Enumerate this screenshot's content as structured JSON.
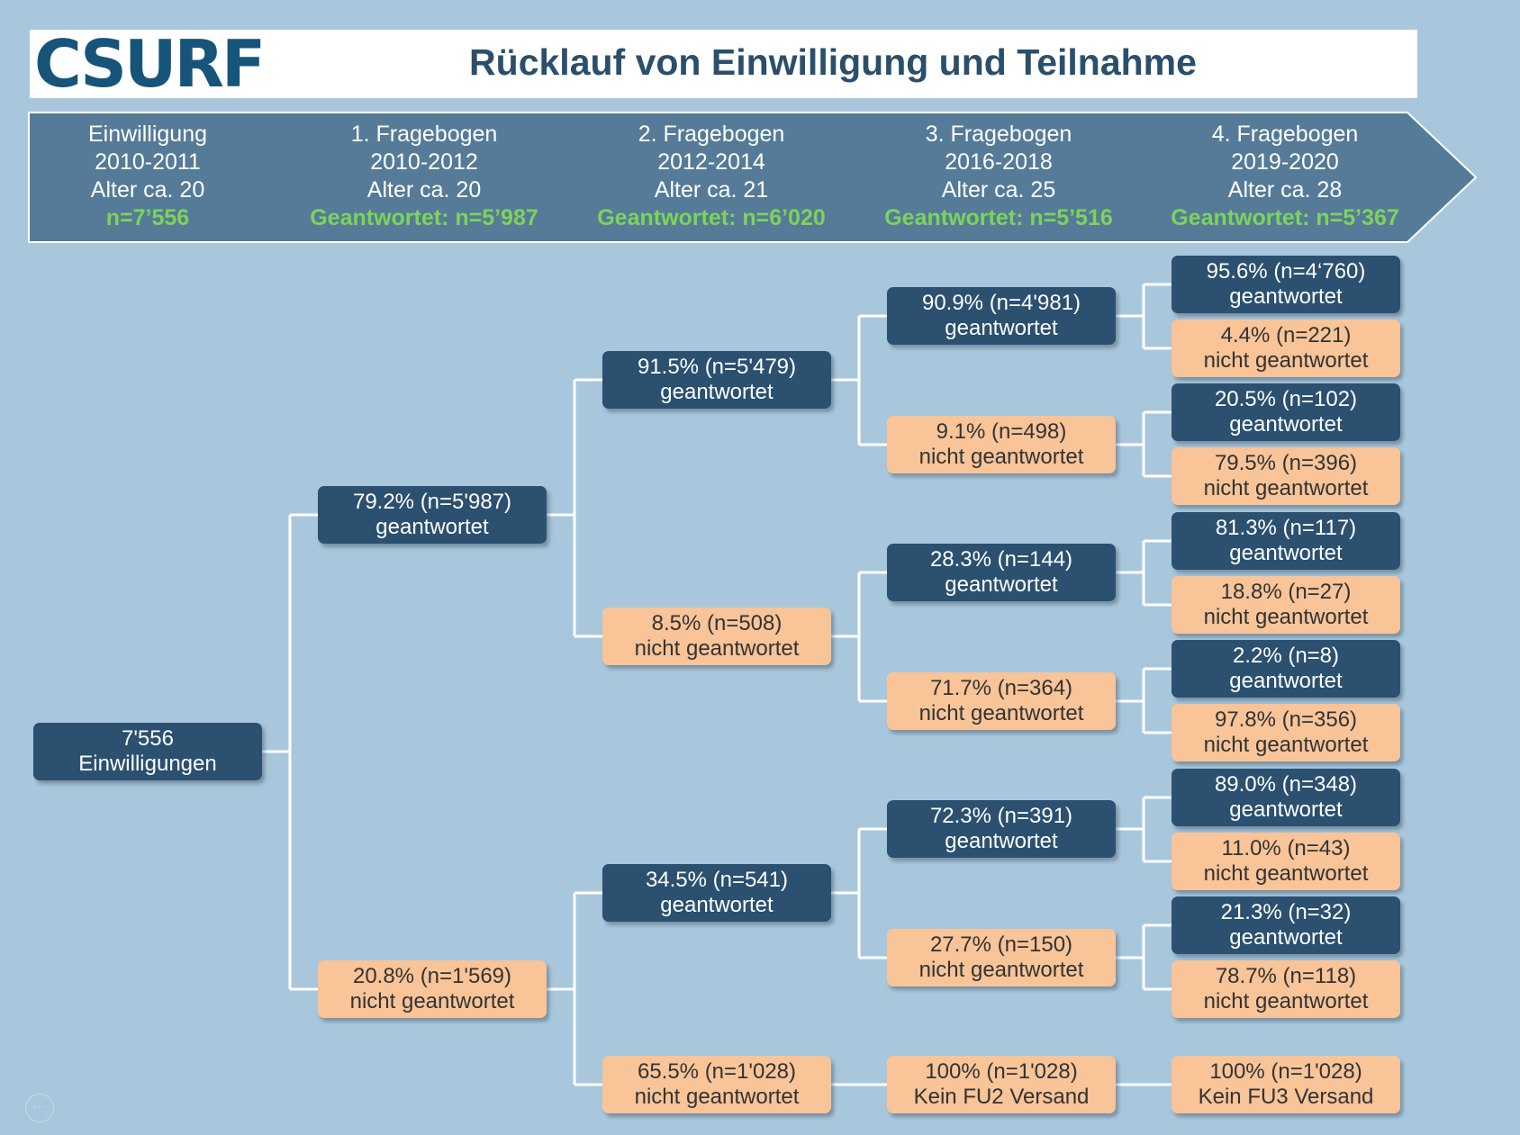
{
  "header": {
    "logo_text": "CSURF",
    "title": "Rücklauf von Einwilligung und Teilnahme"
  },
  "colors": {
    "background": "#a9c7dc",
    "band": "#557b99",
    "answered_box": "#2b5070",
    "not_answered_box": "#f8c498",
    "highlight_text": "#7dd35a",
    "logo": "#17547a"
  },
  "phases": [
    {
      "name": "Einwilligung",
      "period": "2010-2011",
      "age": "Alter ca. 20",
      "count": "n=7’556"
    },
    {
      "name": "1. Fragebogen",
      "period": "2010-2012",
      "age": "Alter ca. 20",
      "count": "Geantwortet: n=5’987"
    },
    {
      "name": "2. Fragebogen",
      "period": "2012-2014",
      "age": "Alter ca. 21",
      "count": "Geantwortet: n=6’020"
    },
    {
      "name": "3. Fragebogen",
      "period": "2016-2018",
      "age": "Alter ca. 25",
      "count": "Geantwortet: n=5’516"
    },
    {
      "name": "4. Fragebogen",
      "period": "2019-2020",
      "age": "Alter ca. 28",
      "count": "Geantwortet: n=5’367"
    }
  ],
  "tree": {
    "root": {
      "line1": "7'556",
      "line2": "Einwilligungen"
    },
    "a": {
      "line1": "79.2% (n=5'987)",
      "line2": "geantwortet"
    },
    "b": {
      "line1": "20.8% (n=1'569)",
      "line2": "nicht geantwortet"
    },
    "aa": {
      "line1": "91.5% (n=5'479)",
      "line2": "geantwortet"
    },
    "ab": {
      "line1": "8.5% (n=508)",
      "line2": "nicht geantwortet"
    },
    "ba": {
      "line1": "34.5% (n=541)",
      "line2": "geantwortet"
    },
    "bb": {
      "line1": "65.5% (n=1'028)",
      "line2": "nicht geantwortet"
    },
    "aaa": {
      "line1": "90.9% (n=4'981)",
      "line2": "geantwortet"
    },
    "aab": {
      "line1": "9.1% (n=498)",
      "line2": "nicht geantwortet"
    },
    "aba": {
      "line1": "28.3% (n=144)",
      "line2": "geantwortet"
    },
    "abb": {
      "line1": "71.7% (n=364)",
      "line2": "nicht geantwortet"
    },
    "baa": {
      "line1": "72.3% (n=391)",
      "line2": "geantwortet"
    },
    "bab": {
      "line1": "27.7% (n=150)",
      "line2": "nicht geantwortet"
    },
    "bbx": {
      "line1": "100% (n=1'028)",
      "line2": "Kein FU2 Versand"
    },
    "aaaa": {
      "line1": "95.6% (n=4‘760)",
      "line2": "geantwortet"
    },
    "aaab": {
      "line1": "4.4% (n=221)",
      "line2": "nicht geantwortet"
    },
    "aaba": {
      "line1": "20.5% (n=102)",
      "line2": "geantwortet"
    },
    "aabb": {
      "line1": "79.5% (n=396)",
      "line2": "nicht geantwortet"
    },
    "abaa": {
      "line1": "81.3% (n=117)",
      "line2": "geantwortet"
    },
    "abab": {
      "line1": "18.8% (n=27)",
      "line2": "nicht geantwortet"
    },
    "abba": {
      "line1": "2.2% (n=8)",
      "line2": "geantwortet"
    },
    "abbb": {
      "line1": "97.8% (n=356)",
      "line2": "nicht geantwortet"
    },
    "baaa": {
      "line1": "89.0% (n=348)",
      "line2": "geantwortet"
    },
    "baab": {
      "line1": "11.0% (n=43)",
      "line2": "nicht geantwortet"
    },
    "baba": {
      "line1": "21.3% (n=32)",
      "line2": "geantwortet"
    },
    "babb": {
      "line1": "78.7% (n=118)",
      "line2": "nicht geantwortet"
    },
    "bbxx": {
      "line1": "100% (n=1'028)",
      "line2": "Kein FU3 Versand"
    }
  }
}
